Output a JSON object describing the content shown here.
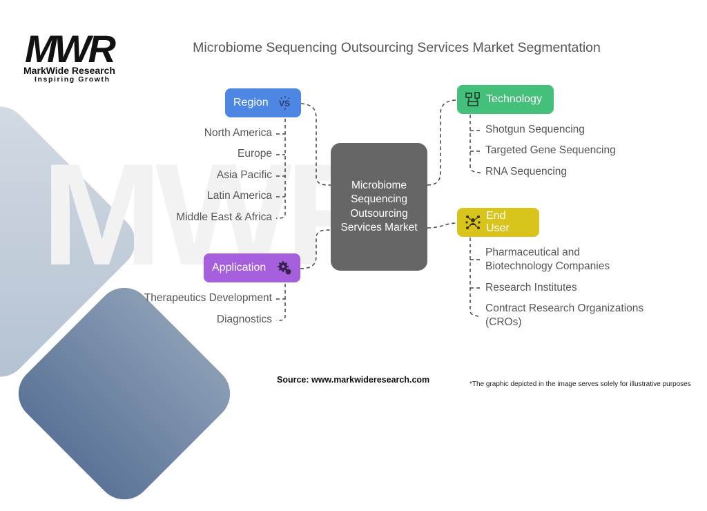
{
  "logo": {
    "mark": "MWR",
    "name": "MarkWide Research",
    "tagline": "Inspiring Growth"
  },
  "title": "Microbiome Sequencing Outsourcing Services Market Segmentation",
  "center": {
    "label": "Microbiome Sequencing Outsourcing Services Market"
  },
  "segments": {
    "region": {
      "label": "Region",
      "icon": "vs-icon",
      "color": "#4e86e4",
      "items": [
        "North America",
        "Europe",
        "Asia Pacific",
        "Latin America",
        "Middle East & Africa"
      ]
    },
    "application": {
      "label": "Application",
      "icon": "gears-icon",
      "color": "#a65fdc",
      "items": [
        "Therapeutics Development",
        "Diagnostics"
      ]
    },
    "technology": {
      "label": "Technology",
      "icon": "network-devices-icon",
      "color": "#45c07a",
      "items": [
        "Shotgun Sequencing",
        "Targeted Gene Sequencing",
        "RNA Sequencing"
      ]
    },
    "end_user": {
      "label": "End User",
      "icon": "user-network-icon",
      "color": "#d8c41a",
      "items": [
        "Pharmaceutical and",
        "Biotechnology Companies",
        "Research Institutes",
        "Contract Research Organizations",
        "(CROs)"
      ]
    }
  },
  "footer": {
    "source": "Source: www.markwideresearch.com",
    "note": "*The graphic depicted in the image serves solely for illustrative purposes"
  }
}
